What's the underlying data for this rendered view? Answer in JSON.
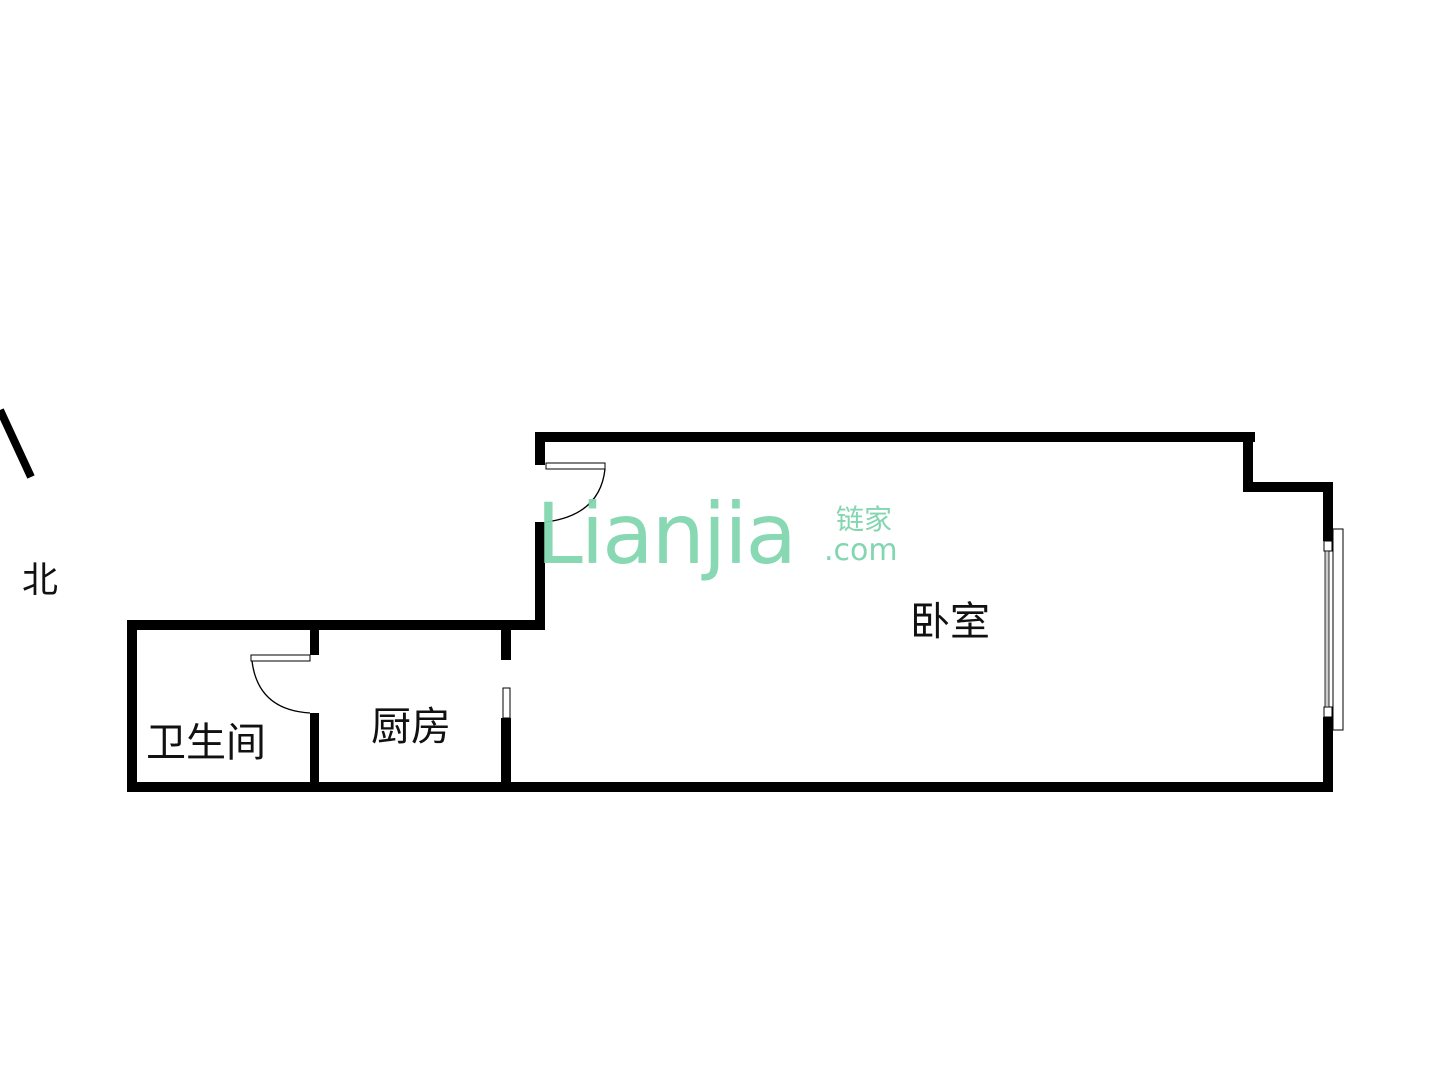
{
  "compass": {
    "label": "北"
  },
  "rooms": {
    "bathroom": "卫生间",
    "kitchen": "厨房",
    "bedroom": "卧室"
  },
  "watermark": {
    "brand": "Lianjia",
    "brand_cn": "链家",
    "domain": ".com",
    "color": "#82d6b0"
  }
}
